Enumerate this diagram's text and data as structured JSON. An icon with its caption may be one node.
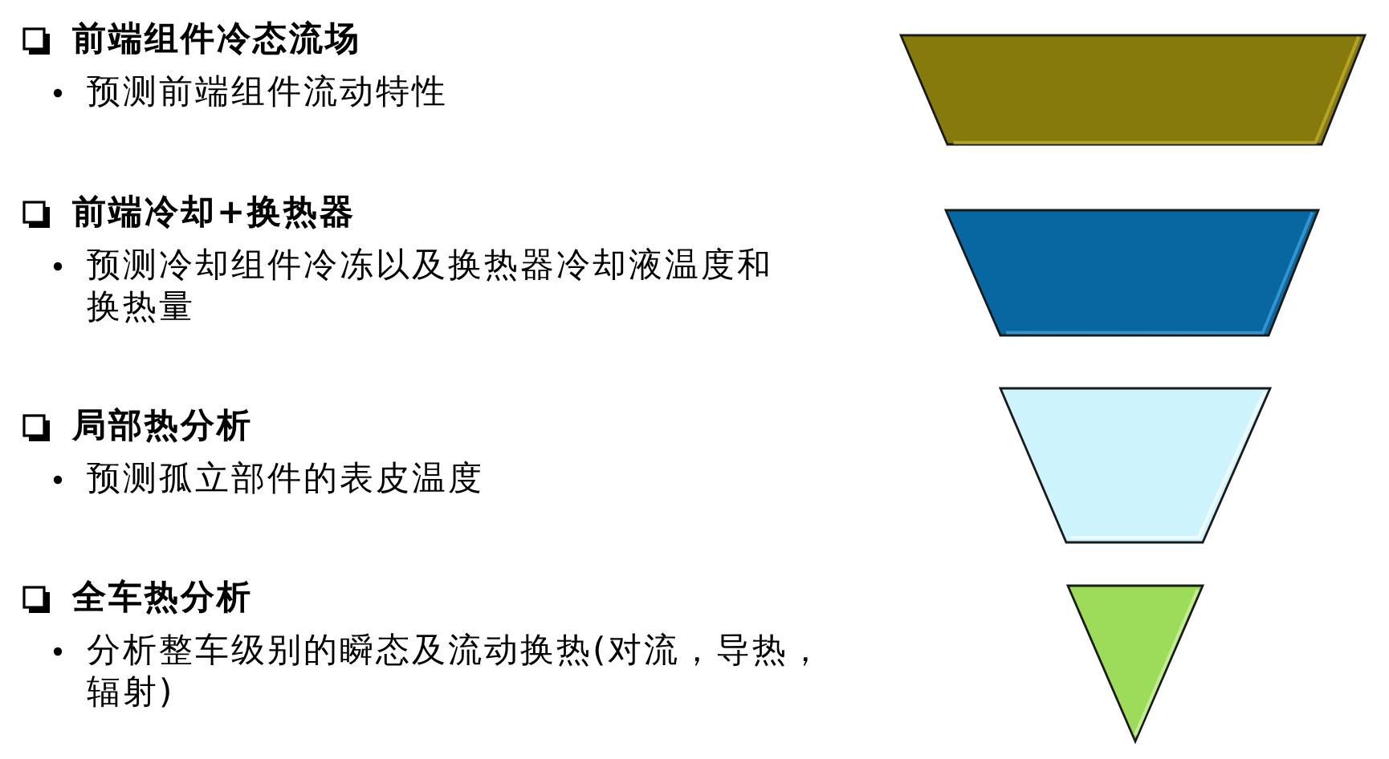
{
  "diagram": {
    "nodes": [
      {
        "text": [],
        "shape": "trapezoid"
      },
      {
        "text": [],
        "shape": "trapezoid"
      },
      {
        "text": [],
        "shape": "trapezoid"
      },
      {
        "text": [],
        "shape": "triangle"
      }
    ],
    "labels": [
      "前端组件冷态流场",
      "预测前端组件流动特性",
      "前端冷却+换热器",
      "预测冷却组件冷冻以及换热器冷却液温度和换热量",
      "局部热分析",
      "预测孤立部件的表皮温度",
      "全车热分析",
      "分析整车级别的瞬态及流动换热(对流，导热，辐射)"
    ]
  }
}
